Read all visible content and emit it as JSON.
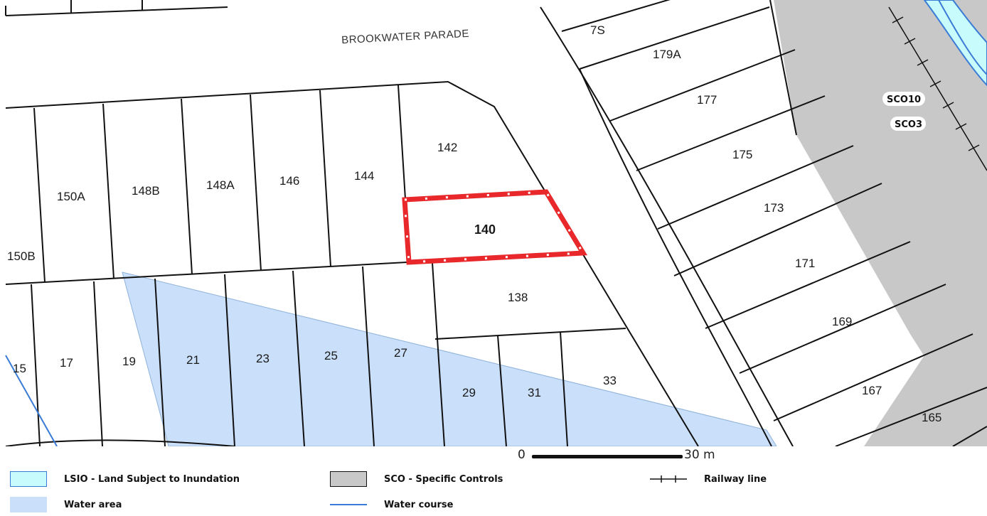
{
  "map": {
    "road_name": "BROOKWATER PARADE",
    "highlighted_lot": "140",
    "lots_north": [
      "150A",
      "148B",
      "148A",
      "146",
      "144",
      "142",
      "150B"
    ],
    "lots_south": [
      "15",
      "17",
      "19",
      "21",
      "23",
      "25",
      "27",
      "29",
      "31",
      "33",
      "138"
    ],
    "lots_east": [
      "7S",
      "179A",
      "177",
      "175",
      "173",
      "171",
      "169",
      "167",
      "165"
    ],
    "overlays": [
      "SCO10",
      "SCO3"
    ],
    "colors": {
      "lsio": "#c8fcfc",
      "water_area": "#c9dffa",
      "sco": "#c8c8c8",
      "highlight": "#e8282b",
      "water_course": "#3a7bd5"
    }
  },
  "scale": {
    "start": "0",
    "end": "30 m"
  },
  "legend": {
    "items": [
      {
        "label": "LSIO - Land Subject to Inundation"
      },
      {
        "label": "SCO - Specific Controls"
      },
      {
        "label": "Railway line"
      },
      {
        "label": "Water area"
      },
      {
        "label": "Water course"
      }
    ]
  }
}
